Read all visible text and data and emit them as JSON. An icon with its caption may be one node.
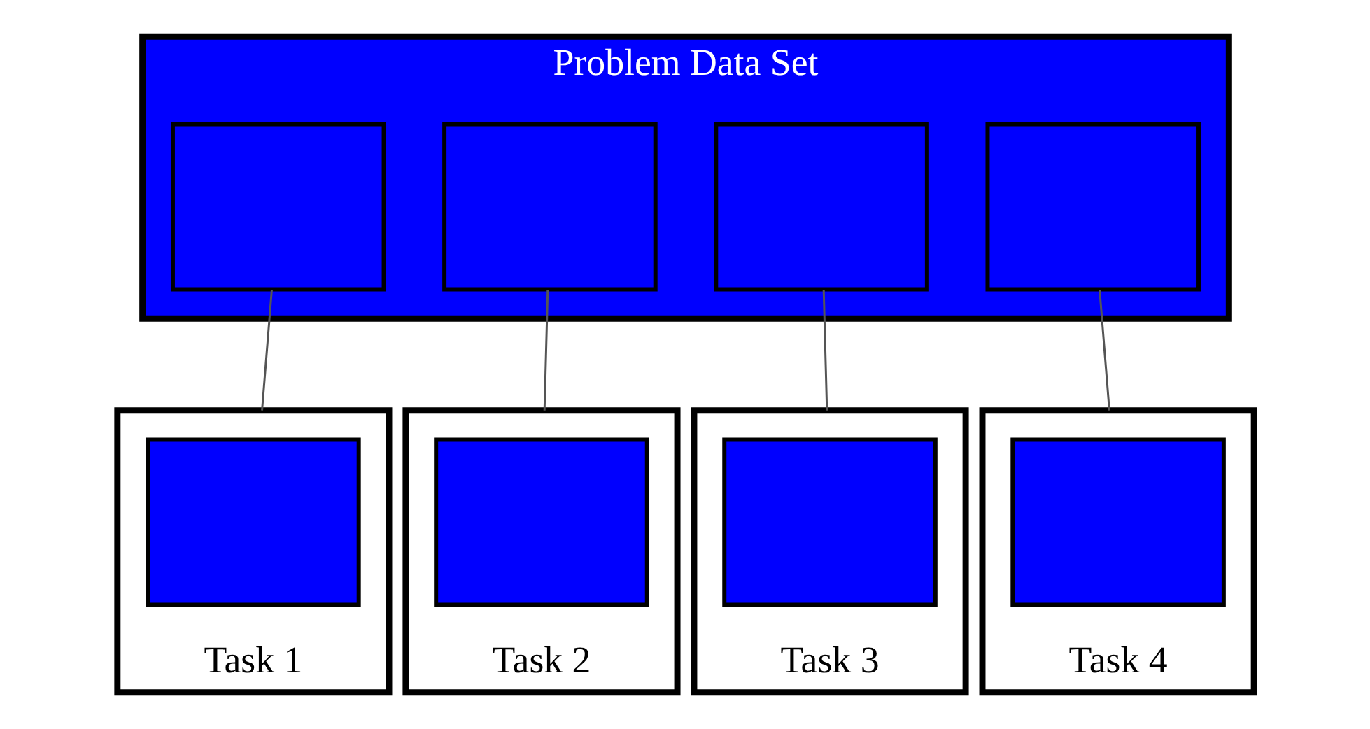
{
  "diagram": {
    "nodes": [
      {
        "text": [
          "Problem Data Set"
        ]
      },
      {
        "text": [],
        "shape": "box",
        "in": 0
      },
      {
        "text": [],
        "shape": "box",
        "in": 0
      },
      {
        "text": [],
        "shape": "box",
        "in": 0
      },
      {
        "text": [],
        "shape": "box",
        "in": 0
      },
      {
        "text": [
          "Task 1"
        ]
      },
      {
        "text": [],
        "shape": "box",
        "in": 5
      },
      {
        "text": [
          "Task 2"
        ]
      },
      {
        "text": [],
        "shape": "box",
        "in": 7
      },
      {
        "text": [
          "Task 3"
        ]
      },
      {
        "text": [],
        "shape": "box",
        "in": 9
      },
      {
        "text": [
          "Task 4"
        ]
      },
      {
        "text": [],
        "shape": "box",
        "in": 11
      }
    ],
    "edges": [
      {
        "from": 1,
        "to": 5,
        "arrow": "none"
      },
      {
        "from": 2,
        "to": 7,
        "arrow": "none"
      },
      {
        "from": 3,
        "to": 9,
        "arrow": "none"
      },
      {
        "from": 4,
        "to": 11,
        "arrow": "none"
      }
    ]
  }
}
